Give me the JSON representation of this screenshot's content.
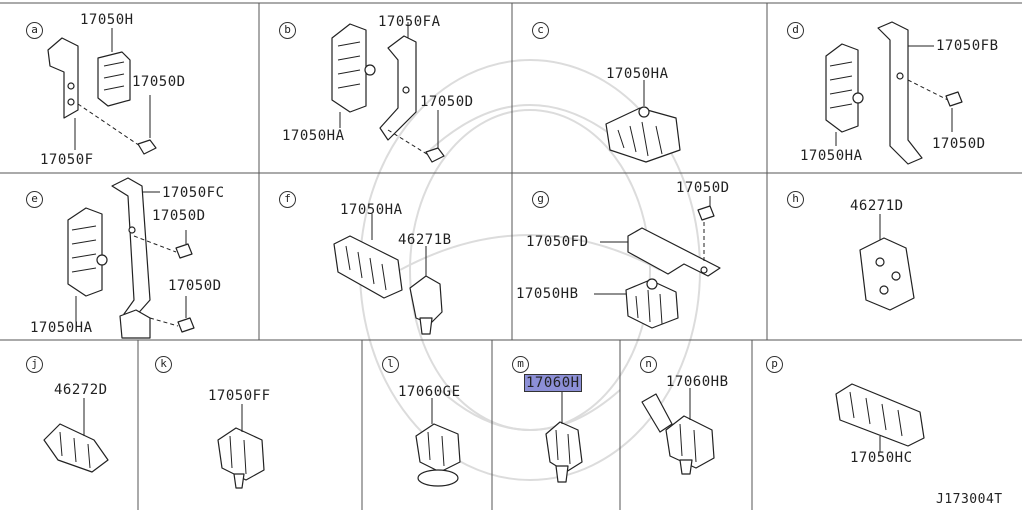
{
  "diagram_id": "J173004T",
  "highlight_color": "#8c8fd6",
  "panels": [
    {
      "letter": "a",
      "labels": [
        "17050H",
        "17050D",
        "17050F"
      ]
    },
    {
      "letter": "b",
      "labels": [
        "17050FA",
        "17050D",
        "17050HA"
      ]
    },
    {
      "letter": "c",
      "labels": [
        "17050HA"
      ]
    },
    {
      "letter": "d",
      "labels": [
        "17050FB",
        "17050D",
        "17050HA"
      ]
    },
    {
      "letter": "e",
      "labels": [
        "17050FC",
        "17050D",
        "17050D",
        "17050HA"
      ]
    },
    {
      "letter": "f",
      "labels": [
        "17050HA",
        "46271B"
      ]
    },
    {
      "letter": "g",
      "labels": [
        "17050D",
        "17050FD",
        "17050HB"
      ]
    },
    {
      "letter": "h",
      "labels": [
        "46271D"
      ]
    },
    {
      "letter": "j",
      "labels": [
        "46272D"
      ]
    },
    {
      "letter": "k",
      "labels": [
        "17050FF"
      ]
    },
    {
      "letter": "l",
      "labels": [
        "17060GE"
      ]
    },
    {
      "letter": "m",
      "labels": [
        "17060H"
      ],
      "highlighted": true
    },
    {
      "letter": "n",
      "labels": [
        "17060HB"
      ]
    },
    {
      "letter": "p",
      "labels": [
        "17050HC"
      ]
    }
  ]
}
